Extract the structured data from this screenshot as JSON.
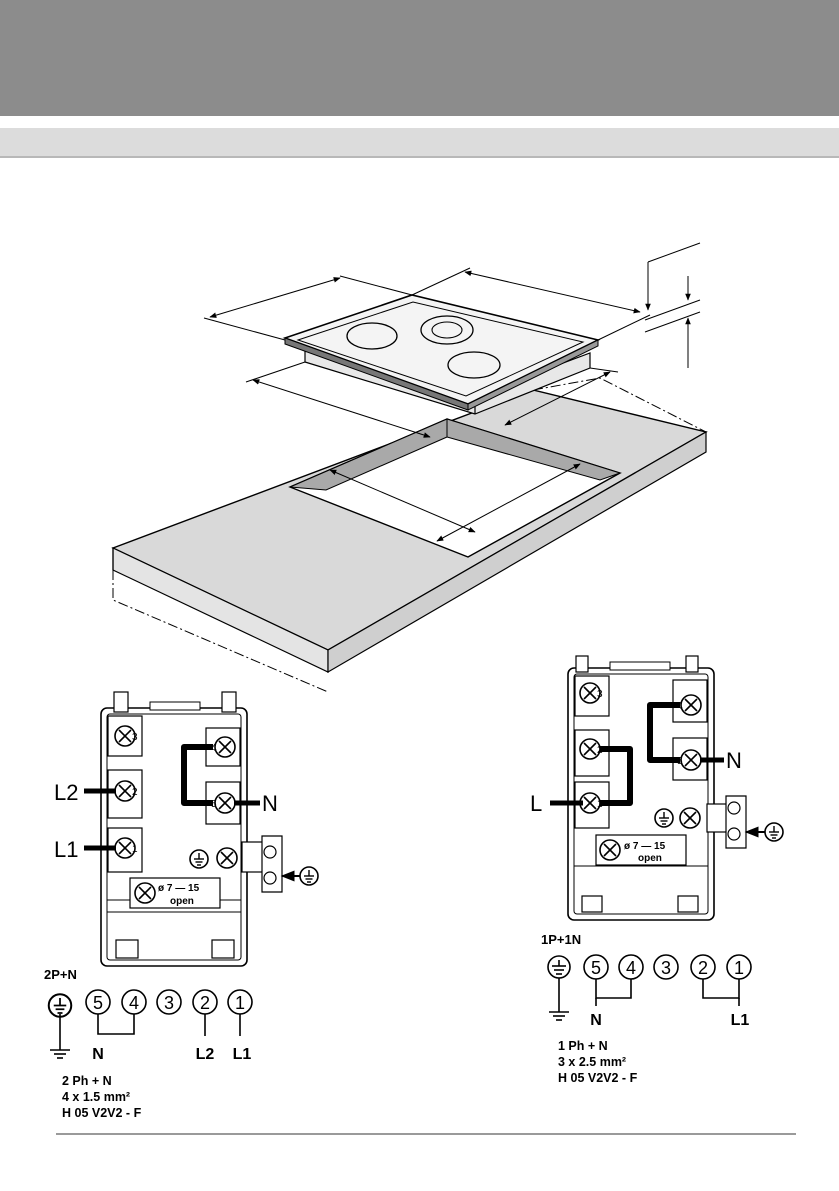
{
  "installation": {
    "title": "",
    "dimension_values": []
  },
  "wiring_2p_n": {
    "terminal_side_labels": [
      "L2",
      "L1",
      "N"
    ],
    "terminal_numbers": [
      "3",
      "2",
      "1",
      "4",
      "5"
    ],
    "clamp": {
      "diameter": "ø 7 — 15",
      "word": "open"
    },
    "config_label": "2P+N",
    "diagram_circles": [
      "5",
      "4",
      "3",
      "2",
      "1"
    ],
    "diagram_labels": [
      "N",
      "L2",
      "L1"
    ],
    "specs": [
      "2 Ph + N",
      "4 x 1.5 mm²",
      "H 05 V2V2 - F"
    ]
  },
  "wiring_1p_n": {
    "terminal_side_labels": [
      "L",
      "N"
    ],
    "terminal_numbers": [
      "3",
      "2",
      "1",
      "4",
      "5"
    ],
    "clamp": {
      "diameter": "ø 7 — 15",
      "word": "open"
    },
    "config_label": "1P+1N",
    "diagram_circles": [
      "5",
      "4",
      "3",
      "2",
      "1"
    ],
    "diagram_labels": [
      "N",
      "L1"
    ],
    "specs": [
      "1 Ph + N",
      "3 x 2.5 mm²",
      "H 05 V2V2 - F"
    ]
  },
  "colors": {
    "header_band": "#8c8c8c",
    "sub_band": "#dcdcdc",
    "worktop": "#d9d9d9",
    "line": "#000000"
  }
}
